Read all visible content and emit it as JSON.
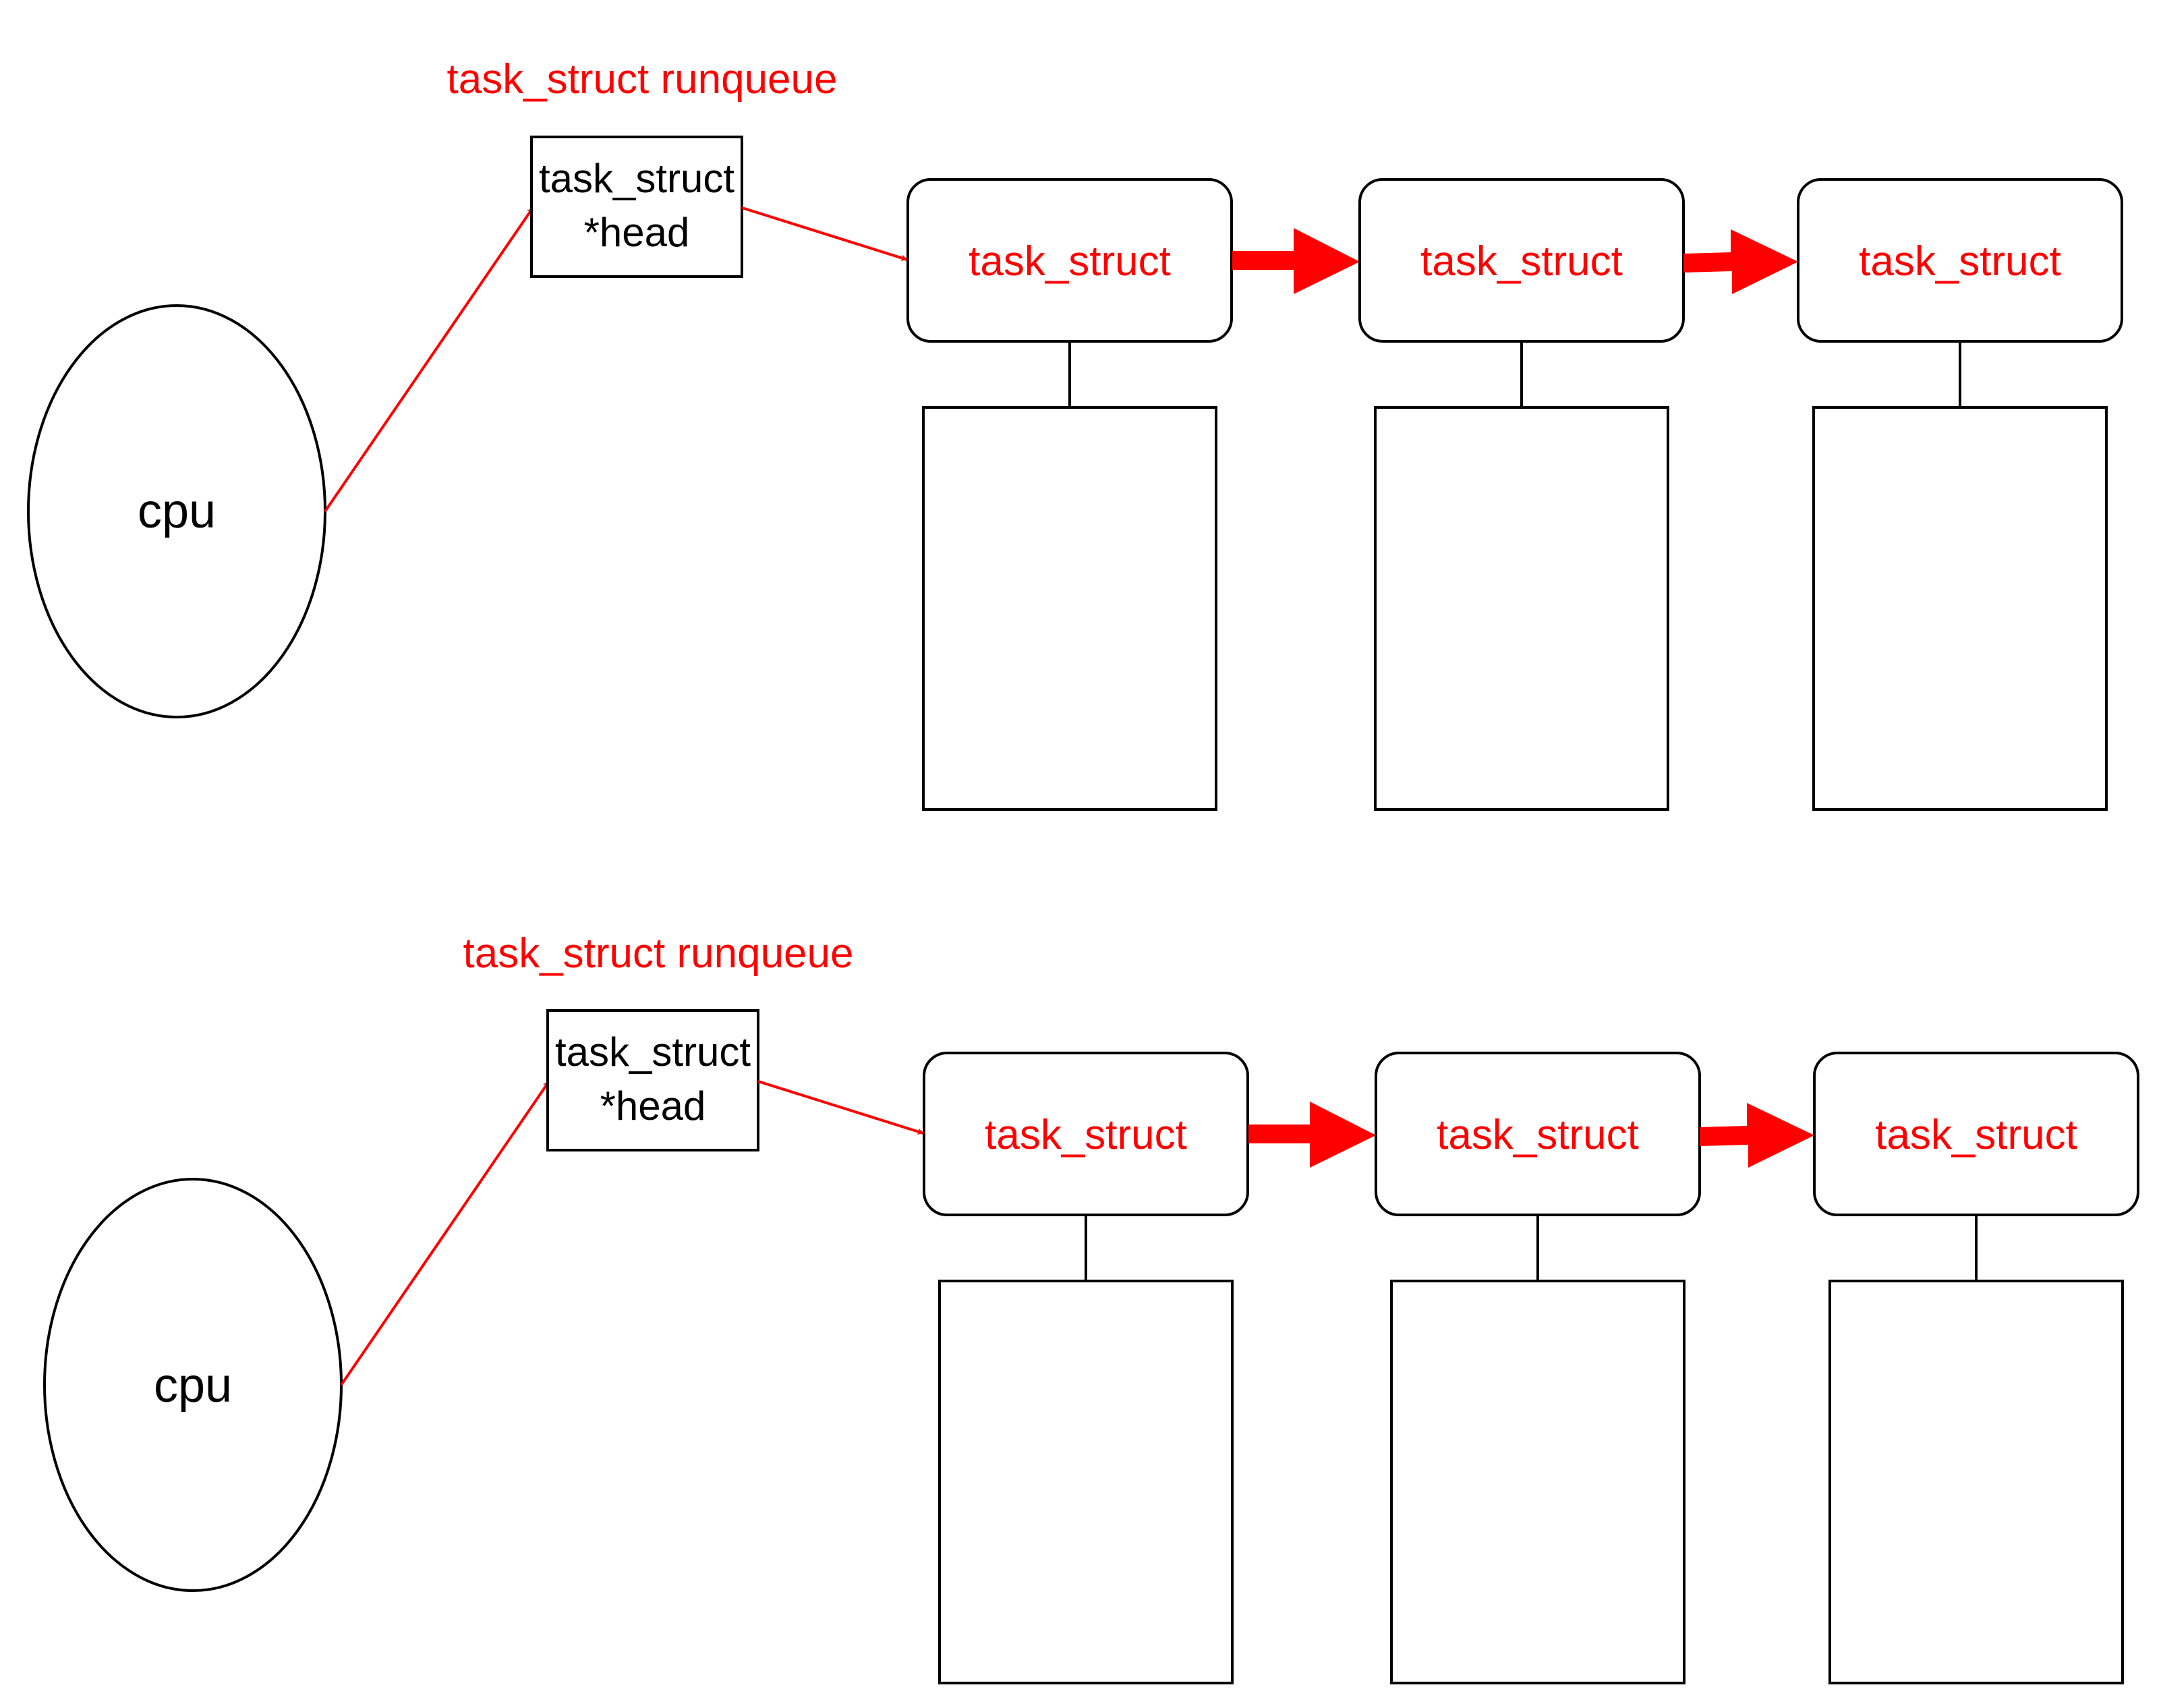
{
  "colors": {
    "accent": "#ff0000",
    "stroke": "#000000",
    "background": "#ffffff"
  },
  "groups": [
    {
      "cpu_label": "cpu",
      "title": "task_struct runqueue",
      "head_label_line1": "task_struct",
      "head_label_line2": "*head",
      "nodes": [
        {
          "label": "task_struct"
        },
        {
          "label": "task_struct"
        },
        {
          "label": "task_struct"
        }
      ]
    },
    {
      "cpu_label": "cpu",
      "title": "task_struct runqueue",
      "head_label_line1": "task_struct",
      "head_label_line2": "*head",
      "nodes": [
        {
          "label": "task_struct"
        },
        {
          "label": "task_struct"
        },
        {
          "label": "task_struct"
        }
      ]
    }
  ]
}
